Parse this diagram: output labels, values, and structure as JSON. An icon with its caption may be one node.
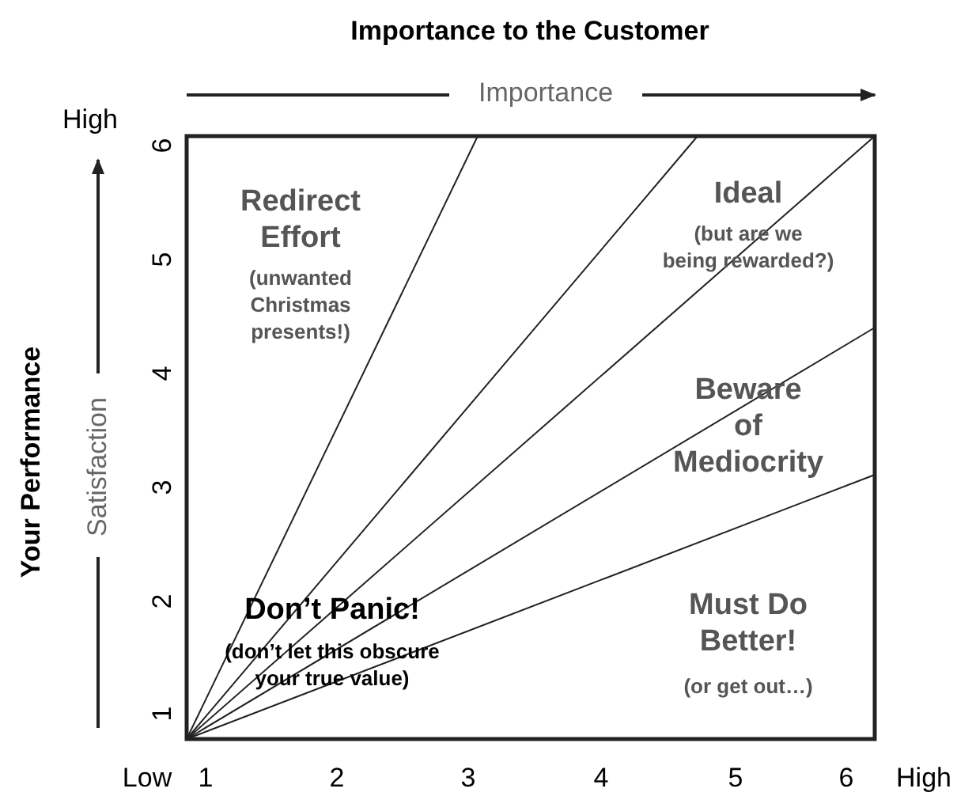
{
  "diagram": {
    "title": "Importance to the Customer",
    "labels": [
      "Importance",
      "High",
      "Redirect Effort",
      "(unwanted Christmas presents!)",
      "Ideal",
      "(but are we being rewarded?)",
      "Beware of Mediocrity",
      "Your Performance",
      "Satisfaction",
      "Don’t Panic!",
      "(don’t let this obscure your true value)",
      "Must Do Better!",
      "(or get out…)",
      "6",
      "5",
      "4",
      "3",
      "2",
      "1",
      "Low",
      "1",
      "2",
      "3",
      "4",
      "5",
      "6",
      "High"
    ]
  }
}
